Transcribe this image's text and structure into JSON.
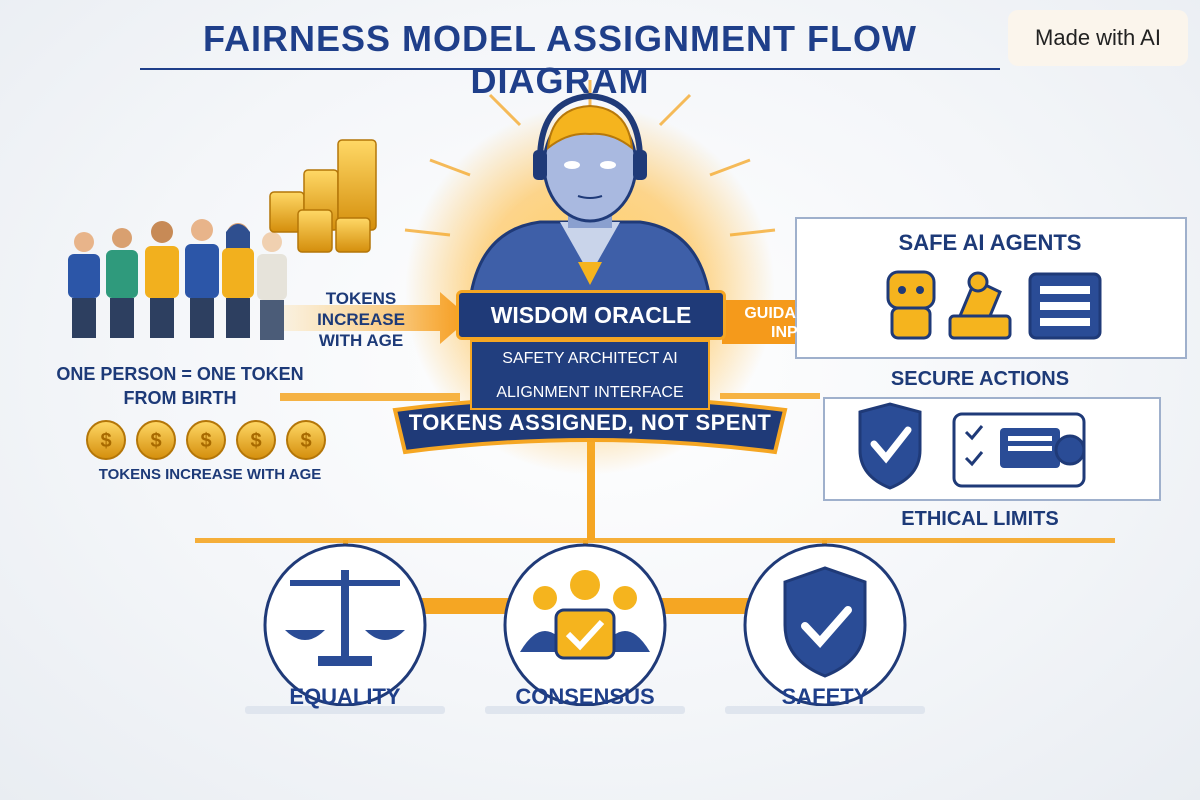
{
  "title": "FAIRNESS MODEL ASSIGNMENT FLOW DIAGRAM",
  "badge": "Made with AI",
  "left": {
    "tokens_arrow_label": "TOKENS INCREASE WITH AGE",
    "one_person_label": "ONE PERSON = ONE TOKEN FROM BIRTH",
    "tokens_age_label": "TOKENS INCREASE WITH AGE",
    "coin_symbol": "$"
  },
  "center": {
    "oracle_title": "WISDOM ORACLE",
    "oracle_line1": "SAFETY ARCHITECT AI",
    "oracle_line2": "ALIGNMENT INTERFACE",
    "ribbon": "TOKENS ASSIGNED, NOT SPENT",
    "guidance_label": "GUIDANCE & INPUT"
  },
  "right": {
    "safe_agents": "SAFE AI AGENTS",
    "secure_actions": "SECURE ACTIONS",
    "ethical_limits": "ETHICAL LIMITS"
  },
  "pillars": [
    {
      "label": "EQUALITY"
    },
    {
      "label": "CONSENSUS"
    },
    {
      "label": "SAFETY"
    }
  ],
  "colors": {
    "navy": "#1f3f8a",
    "orange": "#f5a623",
    "gold": "#f2b01e"
  }
}
